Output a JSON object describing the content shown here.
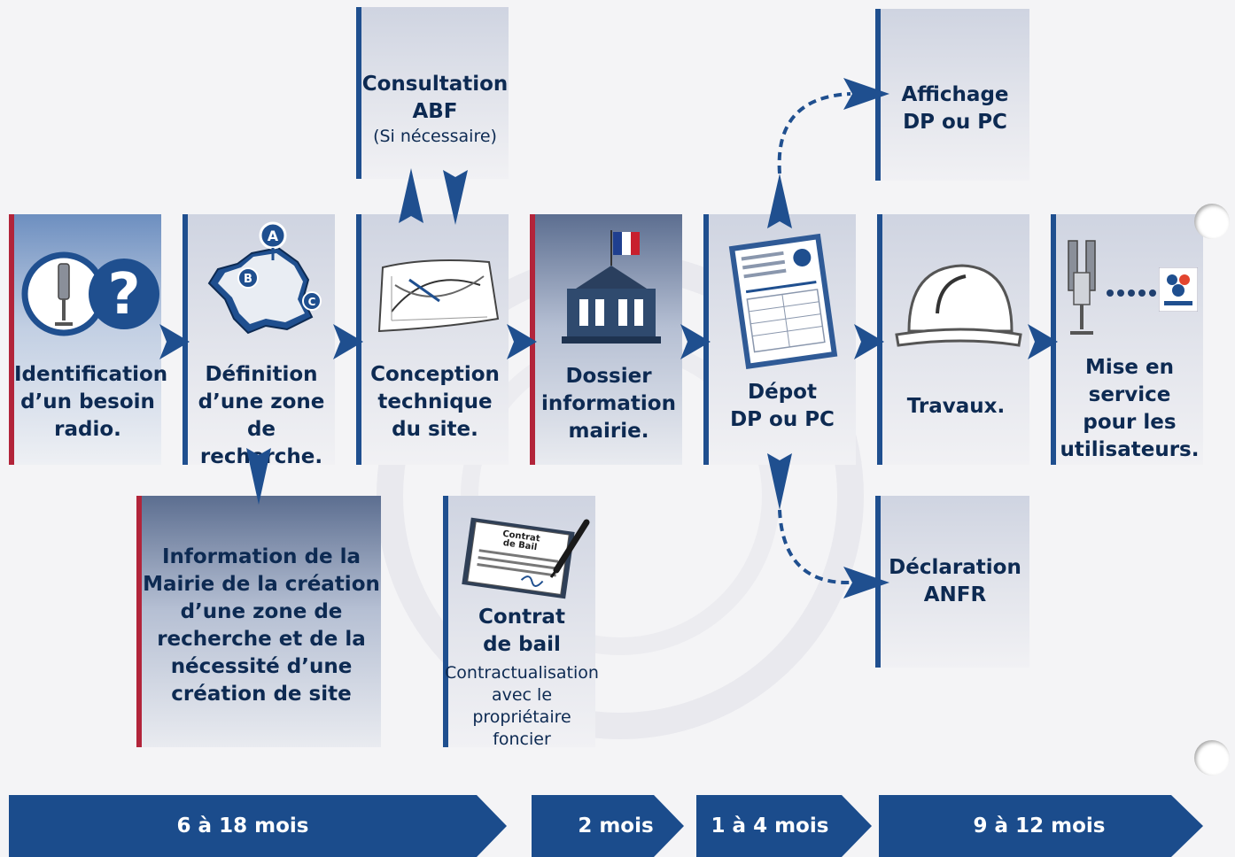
{
  "steps": [
    {
      "id": "identification",
      "lines": [
        "Identification",
        "d’un besoin",
        "radio."
      ]
    },
    {
      "id": "definition",
      "lines": [
        "Définition",
        "d’une zone",
        "de recherche."
      ]
    },
    {
      "id": "conception",
      "lines": [
        "Conception",
        "technique",
        "du site."
      ]
    },
    {
      "id": "dossier",
      "lines": [
        "Dossier",
        "information",
        "mairie."
      ]
    },
    {
      "id": "depot",
      "lines": [
        "Dépot",
        "DP ou PC"
      ]
    },
    {
      "id": "travaux",
      "lines": [
        "Travaux."
      ]
    },
    {
      "id": "mise",
      "lines": [
        "Mise en",
        "service",
        "pour les",
        "utilisateurs."
      ]
    }
  ],
  "consultation": {
    "lines": [
      "Consultation",
      "ABF"
    ],
    "note": "(Si nécessaire)"
  },
  "affichage": {
    "lines": [
      "Affichage",
      "DP ou PC"
    ]
  },
  "declaration": {
    "lines": [
      "Déclaration",
      "ANFR"
    ]
  },
  "information": {
    "lines": [
      "Information de la",
      "Mairie de la création",
      "d’une zone de",
      "recherche et de la",
      "nécessité d’une",
      "création de site"
    ]
  },
  "contrat": {
    "lines": [
      "Contrat",
      "de bail"
    ],
    "sub": [
      "Contractualisation",
      "avec le",
      "propriétaire",
      "foncier"
    ],
    "doc_title": [
      "Contrat",
      "de Bail"
    ]
  },
  "map_markers": [
    "A",
    "B",
    "C"
  ],
  "timeline": [
    {
      "label": "6 à 18 mois"
    },
    {
      "label": "2 mois"
    },
    {
      "label": "1 à 4 mois"
    },
    {
      "label": "9 à 12 mois"
    }
  ],
  "icons": [
    "antenna-icon",
    "question-icon",
    "france-map-icon",
    "blueprint-icon",
    "town-hall-icon",
    "french-flag-icon",
    "permit-form-icon",
    "hard-hat-icon",
    "bouygues-logo-icon",
    "lease-contract-icon",
    "pen-icon"
  ],
  "colors": {
    "navy": "#0d2a52",
    "blue": "#1f4f8f",
    "red": "#b2243a",
    "arrow": "#1f4f8f",
    "timeline": "#1b4c8c"
  }
}
